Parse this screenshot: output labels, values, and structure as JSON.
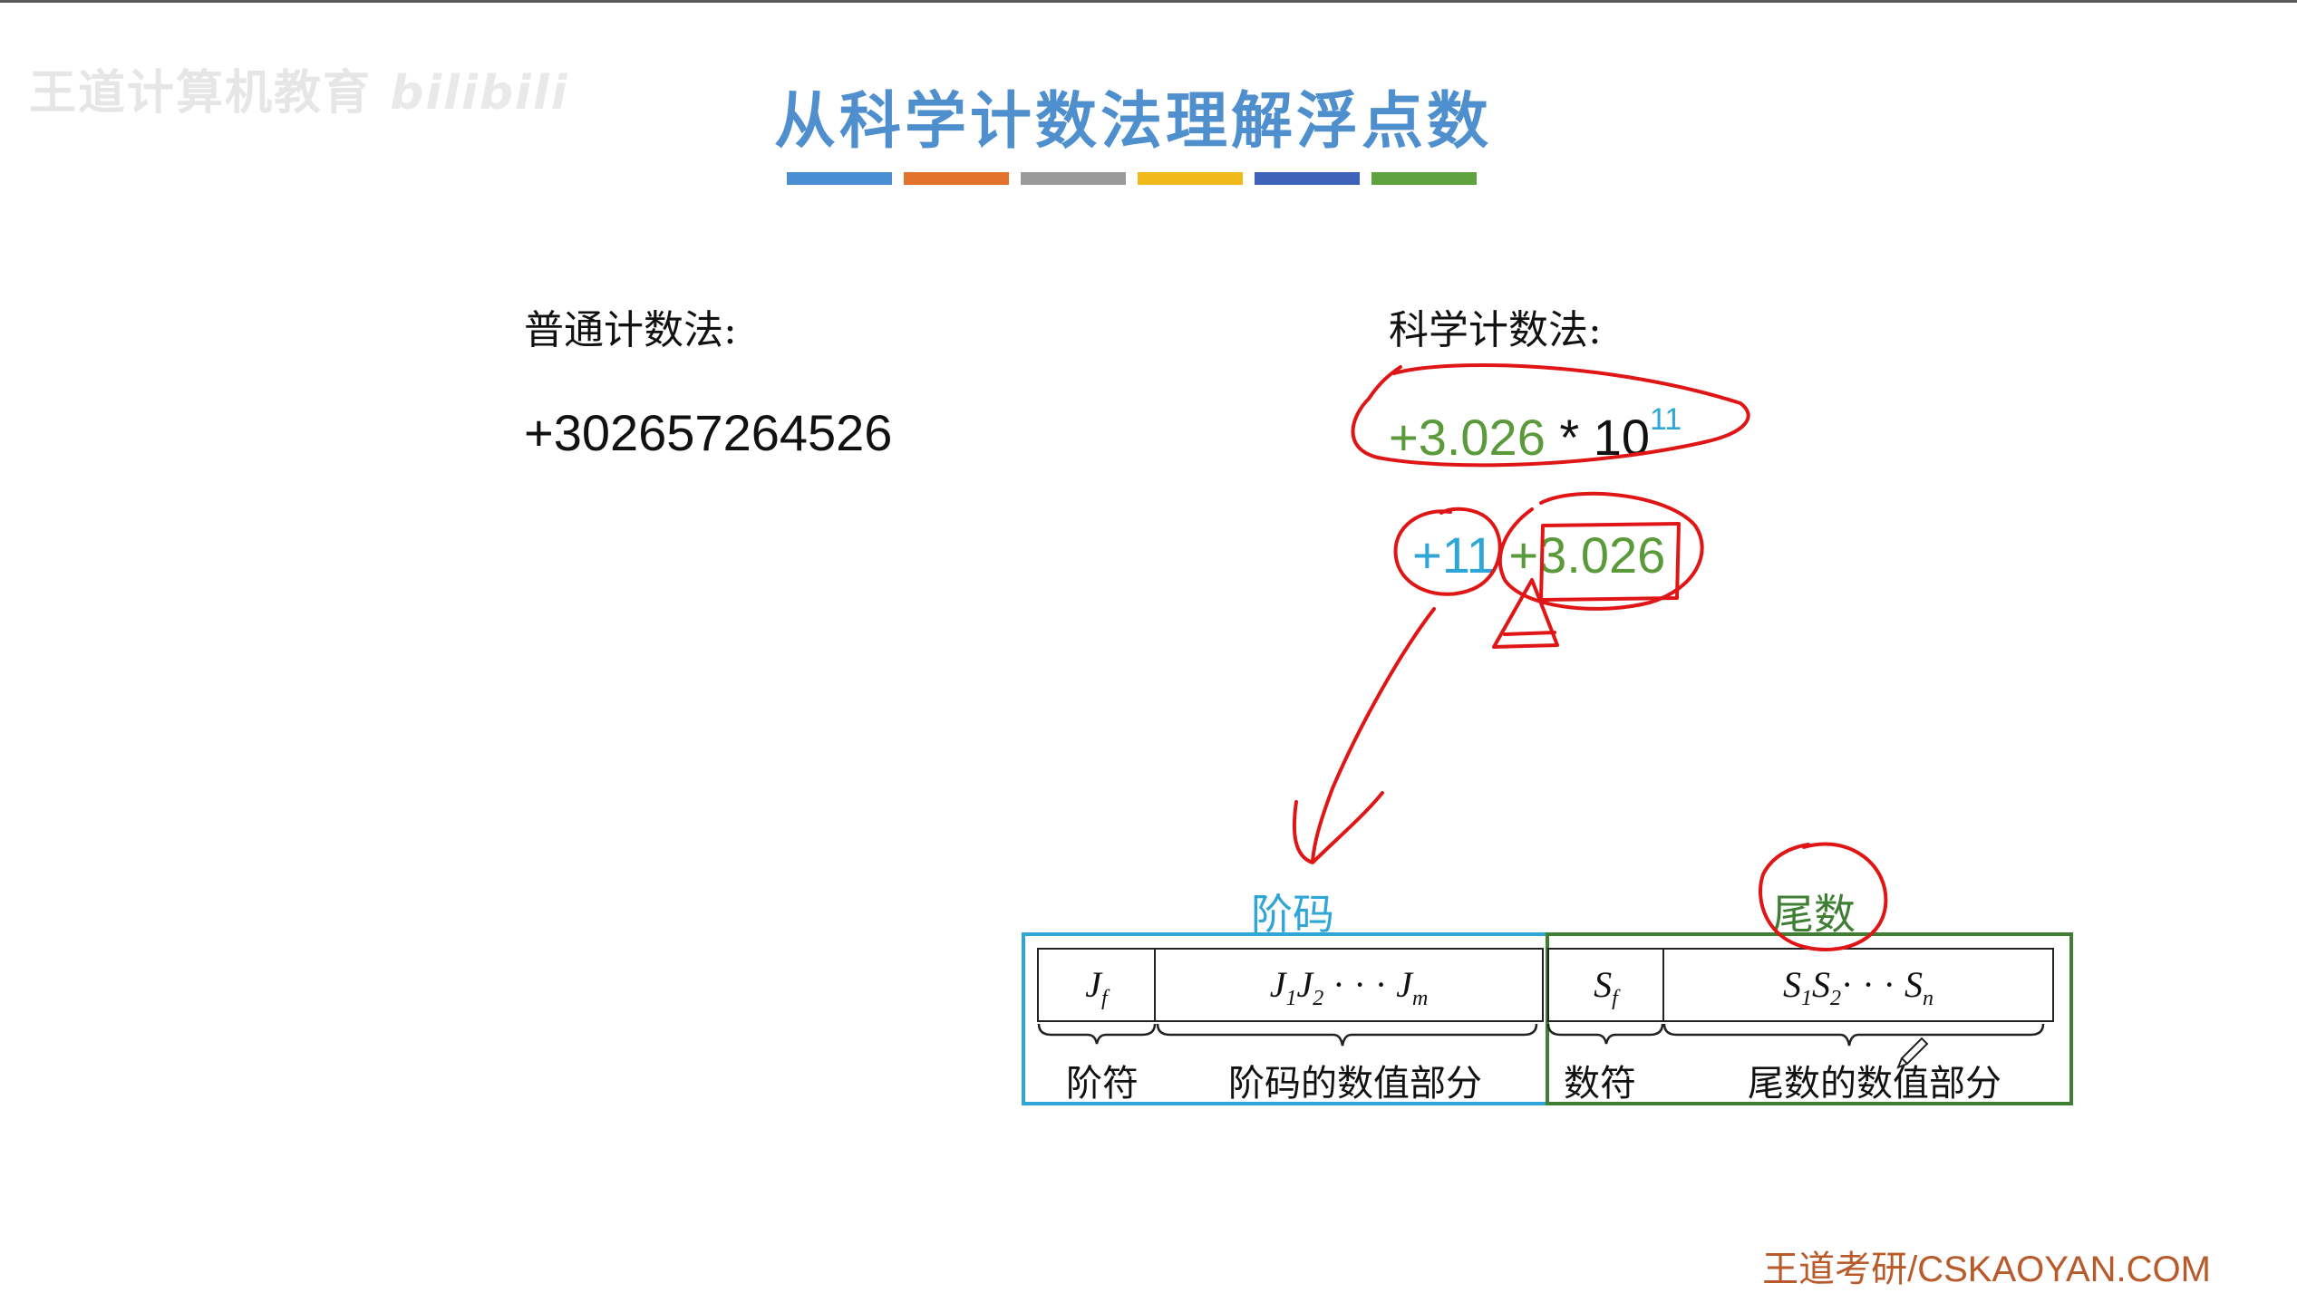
{
  "watermark": {
    "brand": "王道计算机教育",
    "bili": "bilibili"
  },
  "title": "从科学计数法理解浮点数",
  "title_bar_colors": [
    "#4a8fd2",
    "#e3722c",
    "#9a9a9a",
    "#f2b91a",
    "#3e63b8",
    "#5ea33f"
  ],
  "left": {
    "label": "普通计数法:",
    "number": "+302657264526"
  },
  "right": {
    "label": "科学计数法:",
    "mantissa": "+3.026",
    "times": " * 10",
    "exponent": "11",
    "encoded_exponent": "+11",
    "encoded_mantissa": "+3.026"
  },
  "diagram": {
    "exponent_header": "阶码",
    "mantissa_header": "尾数",
    "exponent_color": "#2fa5d8",
    "mantissa_color": "#3f7f34",
    "cells": {
      "jf": "J",
      "jf_sub": "f",
      "jm_1": "J",
      "jm_1_sub": "1",
      "jm_2": "J",
      "jm_2_sub": "2",
      "jm_dots": " · · · ",
      "jm_m": "J",
      "jm_m_sub": "m",
      "sf": "S",
      "sf_sub": "f",
      "sn_1": "S",
      "sn_1_sub": "1",
      "sn_2": "S",
      "sn_2_sub": "2",
      "sn_dots": "· · · ",
      "sn_n": "S",
      "sn_n_sub": "n"
    },
    "labels": {
      "exp_sign": "阶符",
      "exp_value": "阶码的数值部分",
      "mant_sign": "数符",
      "mant_value": "尾数的数值部分"
    }
  },
  "footer": "王道考研/CSKAOYAN.COM"
}
